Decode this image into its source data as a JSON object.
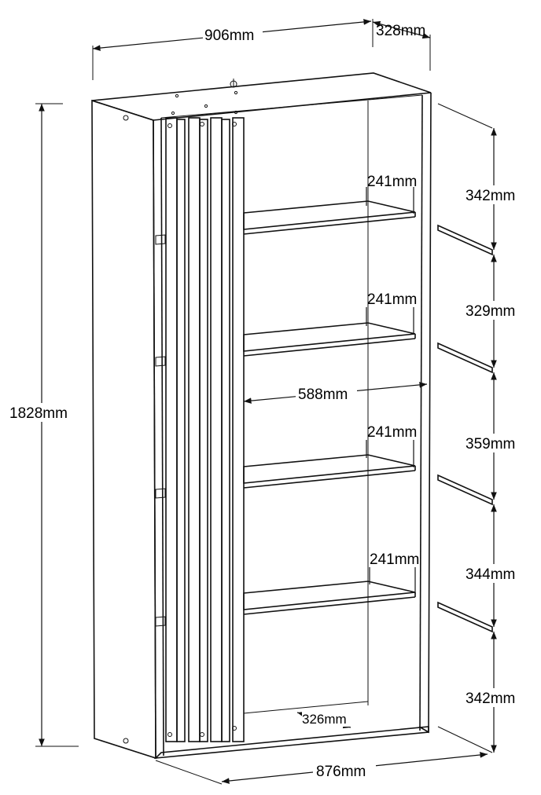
{
  "dimensions": {
    "width_top": "906mm",
    "depth_top": "328mm",
    "height_total": "1828mm",
    "inner_width": "588mm",
    "base_width": "876mm",
    "base_depth": "326mm"
  },
  "shelf_depths": [
    "241mm",
    "241mm",
    "241mm",
    "241mm"
  ],
  "compartment_heights": [
    "342mm",
    "329mm",
    "359mm",
    "344mm",
    "342mm"
  ]
}
